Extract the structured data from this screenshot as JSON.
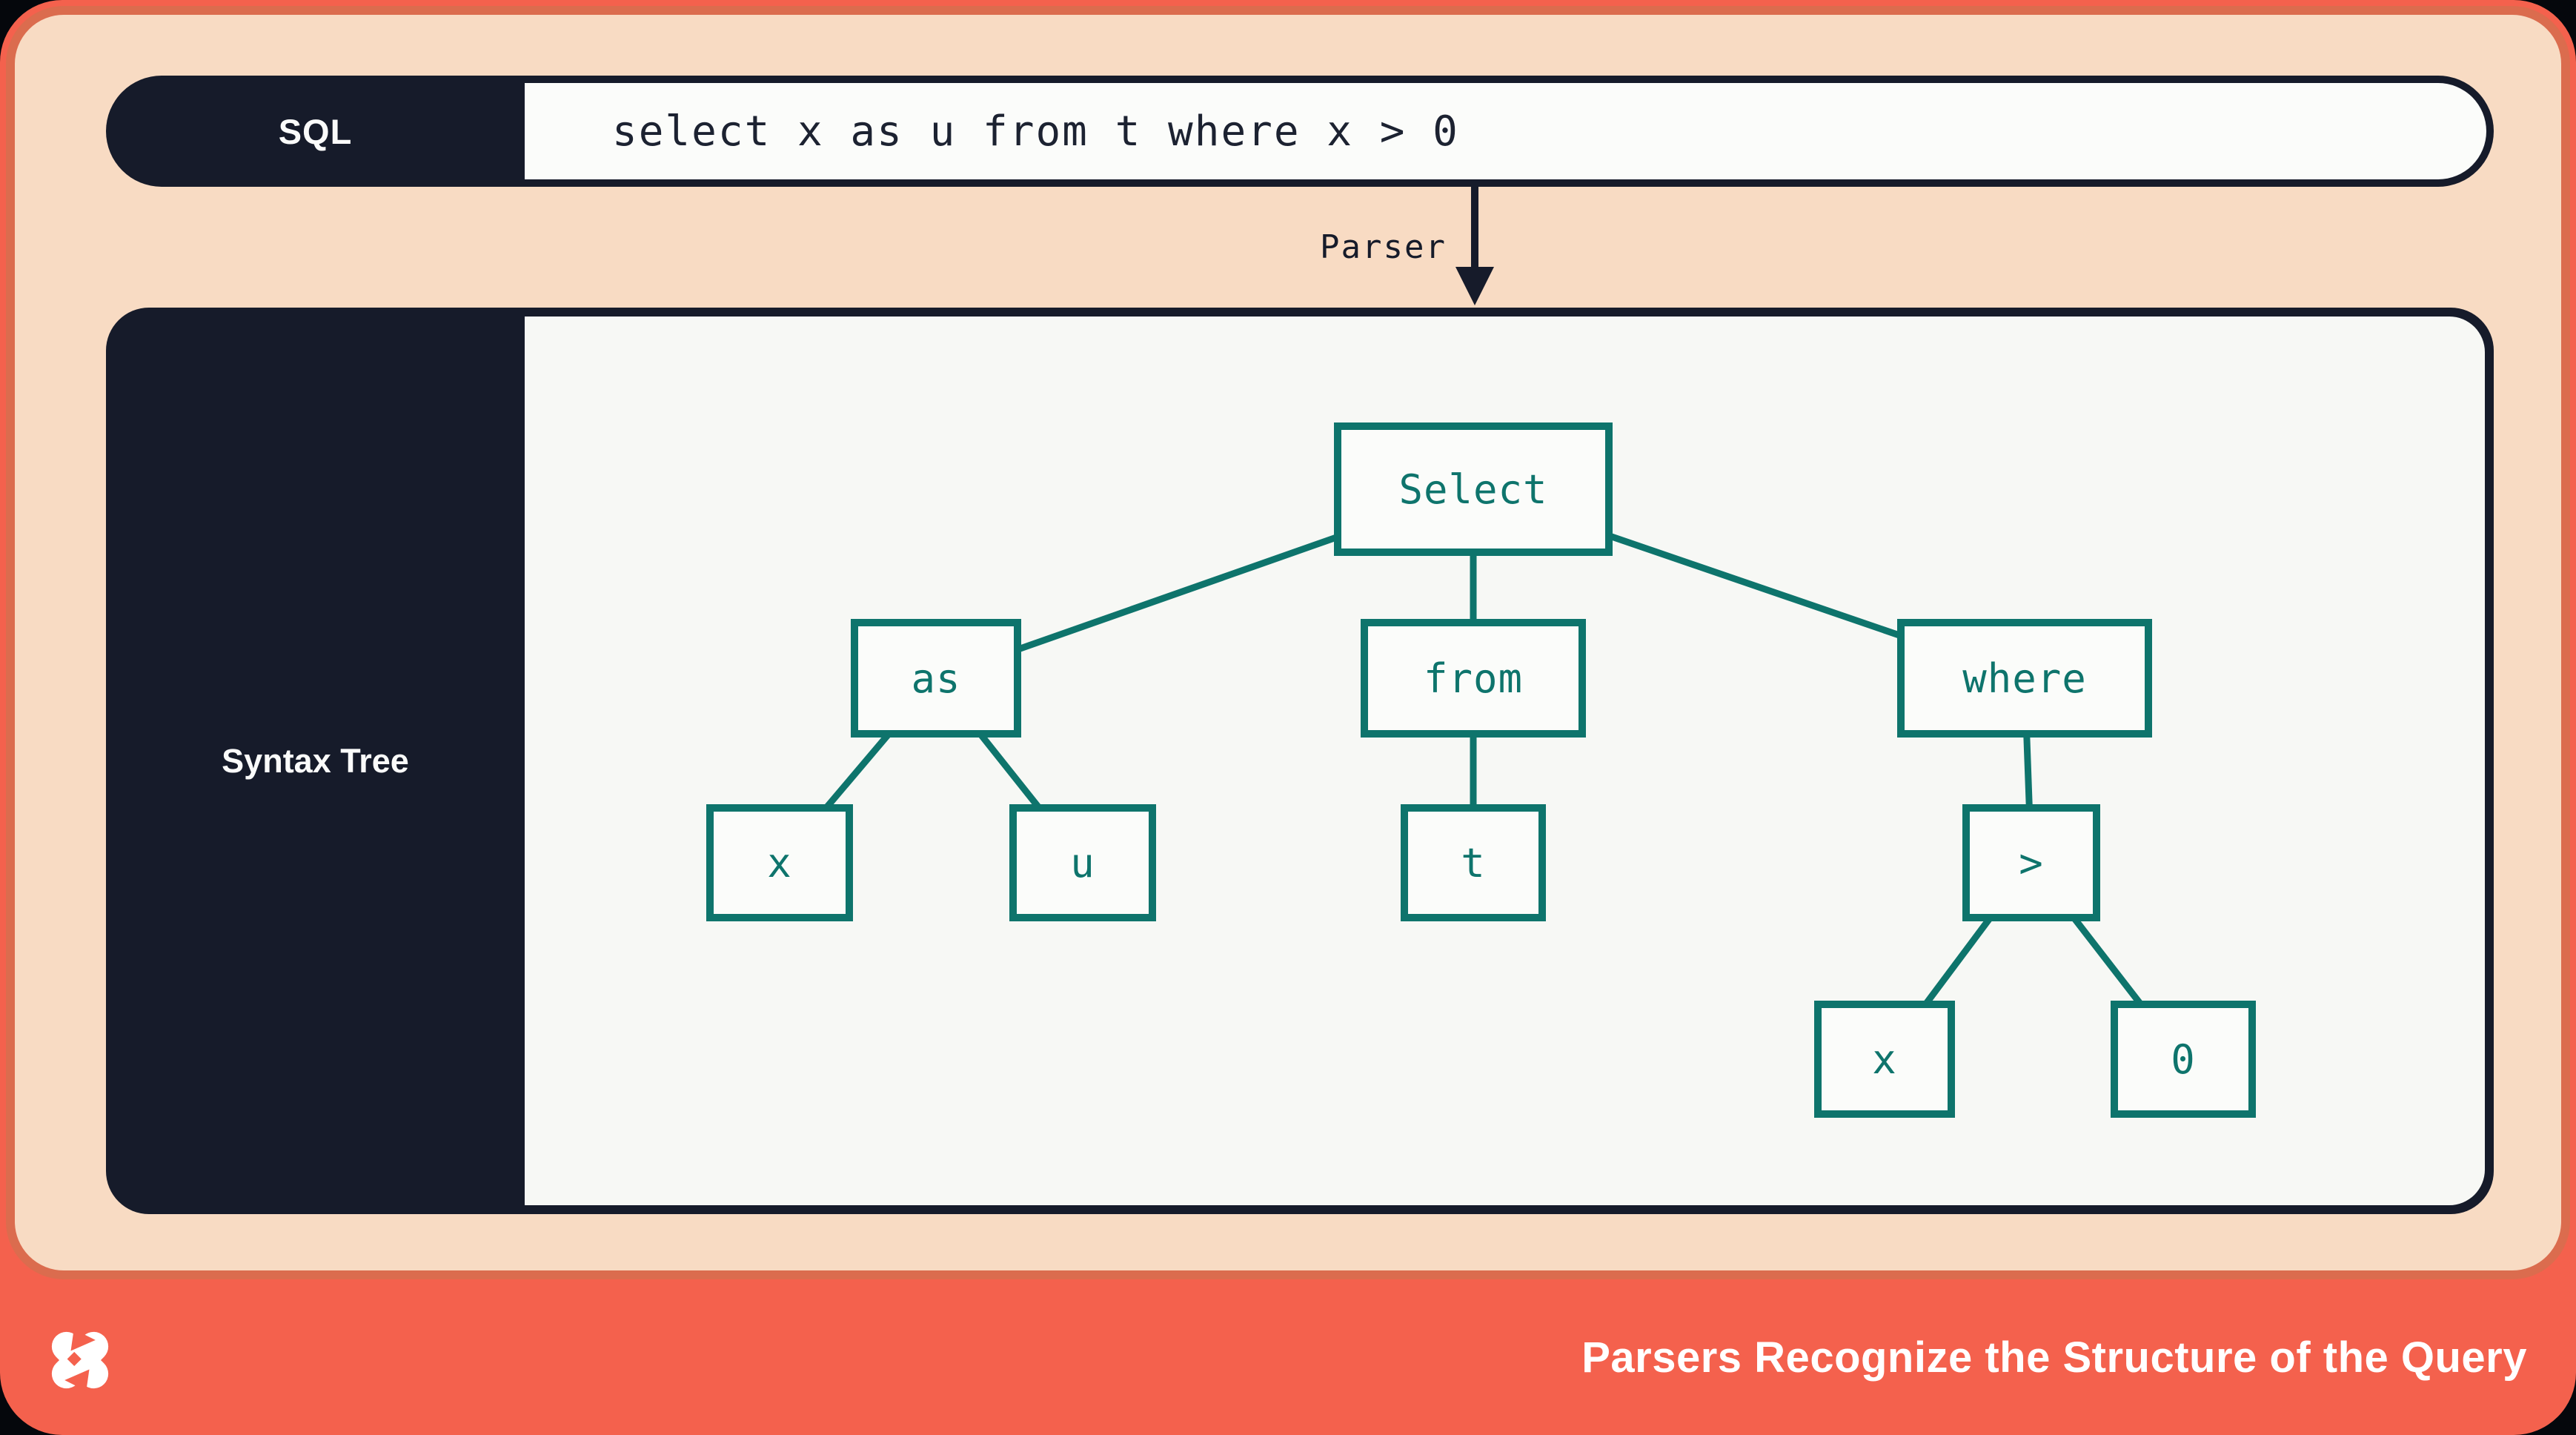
{
  "header": {
    "label": "SQL",
    "query": "select x as u from t where x > 0"
  },
  "parser": {
    "label": "Parser"
  },
  "syntax_tree": {
    "label": "Syntax Tree",
    "nodes": [
      {
        "id": "select",
        "label": "Select"
      },
      {
        "id": "as",
        "label": "as"
      },
      {
        "id": "from",
        "label": "from"
      },
      {
        "id": "where",
        "label": "where"
      },
      {
        "id": "x-alias",
        "label": "x"
      },
      {
        "id": "u",
        "label": "u"
      },
      {
        "id": "t",
        "label": "t"
      },
      {
        "id": "gt",
        "label": ">"
      },
      {
        "id": "x-cond",
        "label": "x"
      },
      {
        "id": "zero",
        "label": "0"
      }
    ],
    "edges": [
      [
        "select",
        "as"
      ],
      [
        "select",
        "from"
      ],
      [
        "select",
        "where"
      ],
      [
        "as",
        "x-alias"
      ],
      [
        "as",
        "u"
      ],
      [
        "from",
        "t"
      ],
      [
        "where",
        "gt"
      ],
      [
        "gt",
        "x-cond"
      ],
      [
        "gt",
        "zero"
      ]
    ]
  },
  "footer": {
    "title": "Parsers Recognize the Structure of the Query",
    "logo": "dolt-pinwheel-logo"
  },
  "colors": {
    "card_orange": "#f4614d",
    "panel_border_orange": "#db6c4e",
    "panel_peach": "#f8dbc3",
    "navy": "#161b2a",
    "teal": "#0e746c",
    "off_white": "#f7f8f5"
  }
}
